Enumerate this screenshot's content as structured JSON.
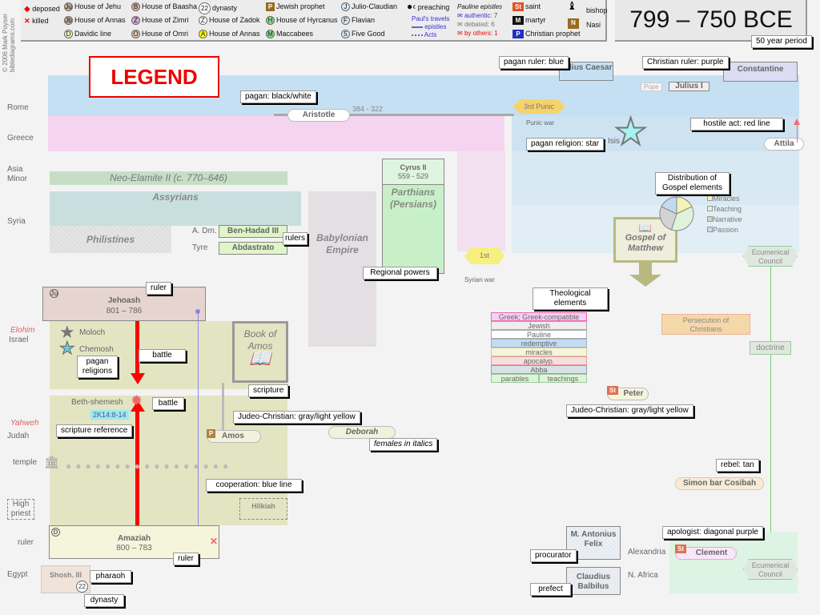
{
  "copyright": "© 2006 Mark Poyser biblediagrams.com",
  "period": {
    "title": "799 – 750 BCE",
    "label": "50 year period"
  },
  "legend_bar": {
    "col1": [
      {
        "icon": "diamond-icon",
        "label": "deposed"
      },
      {
        "icon": "x-icon",
        "label": "killed"
      }
    ],
    "col2": [
      {
        "sym": "Ju",
        "label": "House of Jehu"
      },
      {
        "sym": "Jb",
        "label": "House of Annas"
      },
      {
        "sym": "D",
        "label": "Davidic line"
      }
    ],
    "col3": [
      {
        "sym": "B",
        "label": "House of Baasha"
      },
      {
        "sym": "Z",
        "label": "House of Zimri"
      },
      {
        "sym": "O",
        "label": "House of Omri"
      }
    ],
    "col4": [
      {
        "sym": "22",
        "label": "dynasty"
      },
      {
        "sym": "Z",
        "label": "House of Zadok"
      },
      {
        "sym": "A",
        "label": "House of Annas"
      }
    ],
    "col5": [
      {
        "sym": "P",
        "label": "Jewish prophet"
      },
      {
        "sym": "H",
        "label": "House of Hyrcanus"
      },
      {
        "sym": "M",
        "label": "Maccabees"
      }
    ],
    "col6": [
      {
        "sym": "J",
        "label": "Julio-Claudian"
      },
      {
        "sym": "F",
        "label": "Flavian"
      },
      {
        "sym": "5",
        "label": "Five Good"
      }
    ],
    "preaching": "preaching",
    "travels": {
      "title": "Paul's travels",
      "epistles": "epistles",
      "acts": "Acts"
    },
    "pauline": {
      "title": "Pauline epistles",
      "authentic": "authentic: 7",
      "debated": "debated:  6",
      "others": "by others: 1"
    },
    "saints": [
      {
        "sym": "St",
        "label": "saint"
      },
      {
        "sym": "M",
        "label": "martyr"
      },
      {
        "sym": "P",
        "label": "Christian prophet"
      }
    ],
    "bishop": "bishop",
    "nasi": {
      "sym": "N",
      "label": "Nasi"
    }
  },
  "legend_title": "LEGEND",
  "regions": {
    "rome": "Rome",
    "greece": "Greece",
    "asia_minor": "Asia Minor",
    "syria": "Syria",
    "elohim": "Elohim",
    "israel": "Israel",
    "yahweh": "Yahweh",
    "judah": "Judah",
    "temple": "temple",
    "high_priest": "High priest",
    "ruler": "ruler",
    "egypt": "Egypt",
    "alexandria": "Alexandria",
    "n_africa": "N. Africa"
  },
  "bands": {
    "neo_elamite": "Neo-Elamite II (c. 770–646)",
    "assyrians": "Assyrians",
    "philistines": "Philistines",
    "babylonian": "Babylonian Empire",
    "parthians": "Parthians (Persians)"
  },
  "cyrus": {
    "name": "Cyrus II",
    "years": "559 - 529"
  },
  "aristotle": {
    "name": "Aristotle",
    "years": "384 - 322"
  },
  "syria_rulers": [
    {
      "place": "A. Dm.",
      "name": "Ben-Hadad III"
    },
    {
      "place": "Tyre",
      "name": "Abdastrato"
    }
  ],
  "jehoash": {
    "sym": "Ju",
    "name": "Jehoash",
    "years": "801 – 786"
  },
  "amaziah": {
    "sym": "D",
    "name": "Amaziah",
    "years": "800 – 783"
  },
  "pagan_gods": [
    "Moloch",
    "Chemosh"
  ],
  "book": "Book of Amos",
  "battle_place": "Beth-shemesh",
  "scripture_ref": "2K14:8-14",
  "prophet_amos": {
    "sym": "P",
    "name": "Amos"
  },
  "deborah": "Deborah",
  "hilkiah": "Hilkiah",
  "egypt_ruler": {
    "name": "Shosh. III",
    "dynasty": "22"
  },
  "rome_items": {
    "julius_caesar": "Julius Caesar",
    "constantine": "Constantine",
    "pope": "Pope",
    "julius_i": "Julius I",
    "punic": "3rd Punic",
    "punic_label": "Punic war",
    "isis": "Isis",
    "attila": "Attila",
    "syrian": "1st",
    "syrian_label": "Syrian war"
  },
  "gospel": {
    "title": "Gospel of Matthew",
    "legend": [
      "Miracles",
      "Teaching",
      "Narrative",
      "Passion"
    ]
  },
  "council": "Ecumenical Council",
  "doctrine": "doctrine",
  "persecution": "Persecution of Christians",
  "theology": [
    "Greek; Greek-compatible",
    "Jewish",
    "Pauline",
    "redemptive",
    "miracles",
    "apocalyp.",
    "Abba"
  ],
  "theology_last": [
    "parables",
    "teachings"
  ],
  "peter": {
    "sym": "St",
    "name": "Peter"
  },
  "simon": "Simon bar Cosibah",
  "felix": "M. Antonius Felix",
  "claudius": "Claudius Balbilus",
  "clement": {
    "sym": "St",
    "name": "Clement"
  },
  "callouts": {
    "pagan_bw": "pagan: black/white",
    "pagan_ruler": "pagan ruler: blue",
    "christian_ruler": "Christian ruler: purple",
    "hostile": "hostile act: red line",
    "pagan_religion": "pagan religion: star",
    "distribution": "Distribution of Gospel elements",
    "rulers": "rulers",
    "regional": "Regional powers",
    "theological": "Theological elements",
    "ruler1": "ruler",
    "battle1": "battle",
    "pagan_religions": "pagan religions",
    "battle2": "battle",
    "scripture": "scripture",
    "scripture_ref": "scripture reference",
    "judeo1": "Judeo-Christian: gray/light yellow",
    "females": "females in italics",
    "judeo2": "Judeo-Christian: gray/light yellow",
    "cooperation": "cooperation: blue line",
    "rebel": "rebel: tan",
    "apologist": "apologist: diagonal purple",
    "procurator": "procurator",
    "prefect": "prefect",
    "ruler2": "ruler",
    "pharaoh": "pharaoh",
    "dynasty": "dynasty"
  },
  "chart_data": {
    "type": "pie",
    "title": "Distribution of Gospel elements",
    "categories": [
      "Miracles",
      "Teaching",
      "Narrative",
      "Passion"
    ],
    "values": [
      18,
      37,
      27,
      18
    ],
    "colors": [
      "#f5f2b8",
      "#dff3da",
      "#d3d3d3",
      "#c3d9f0"
    ]
  }
}
